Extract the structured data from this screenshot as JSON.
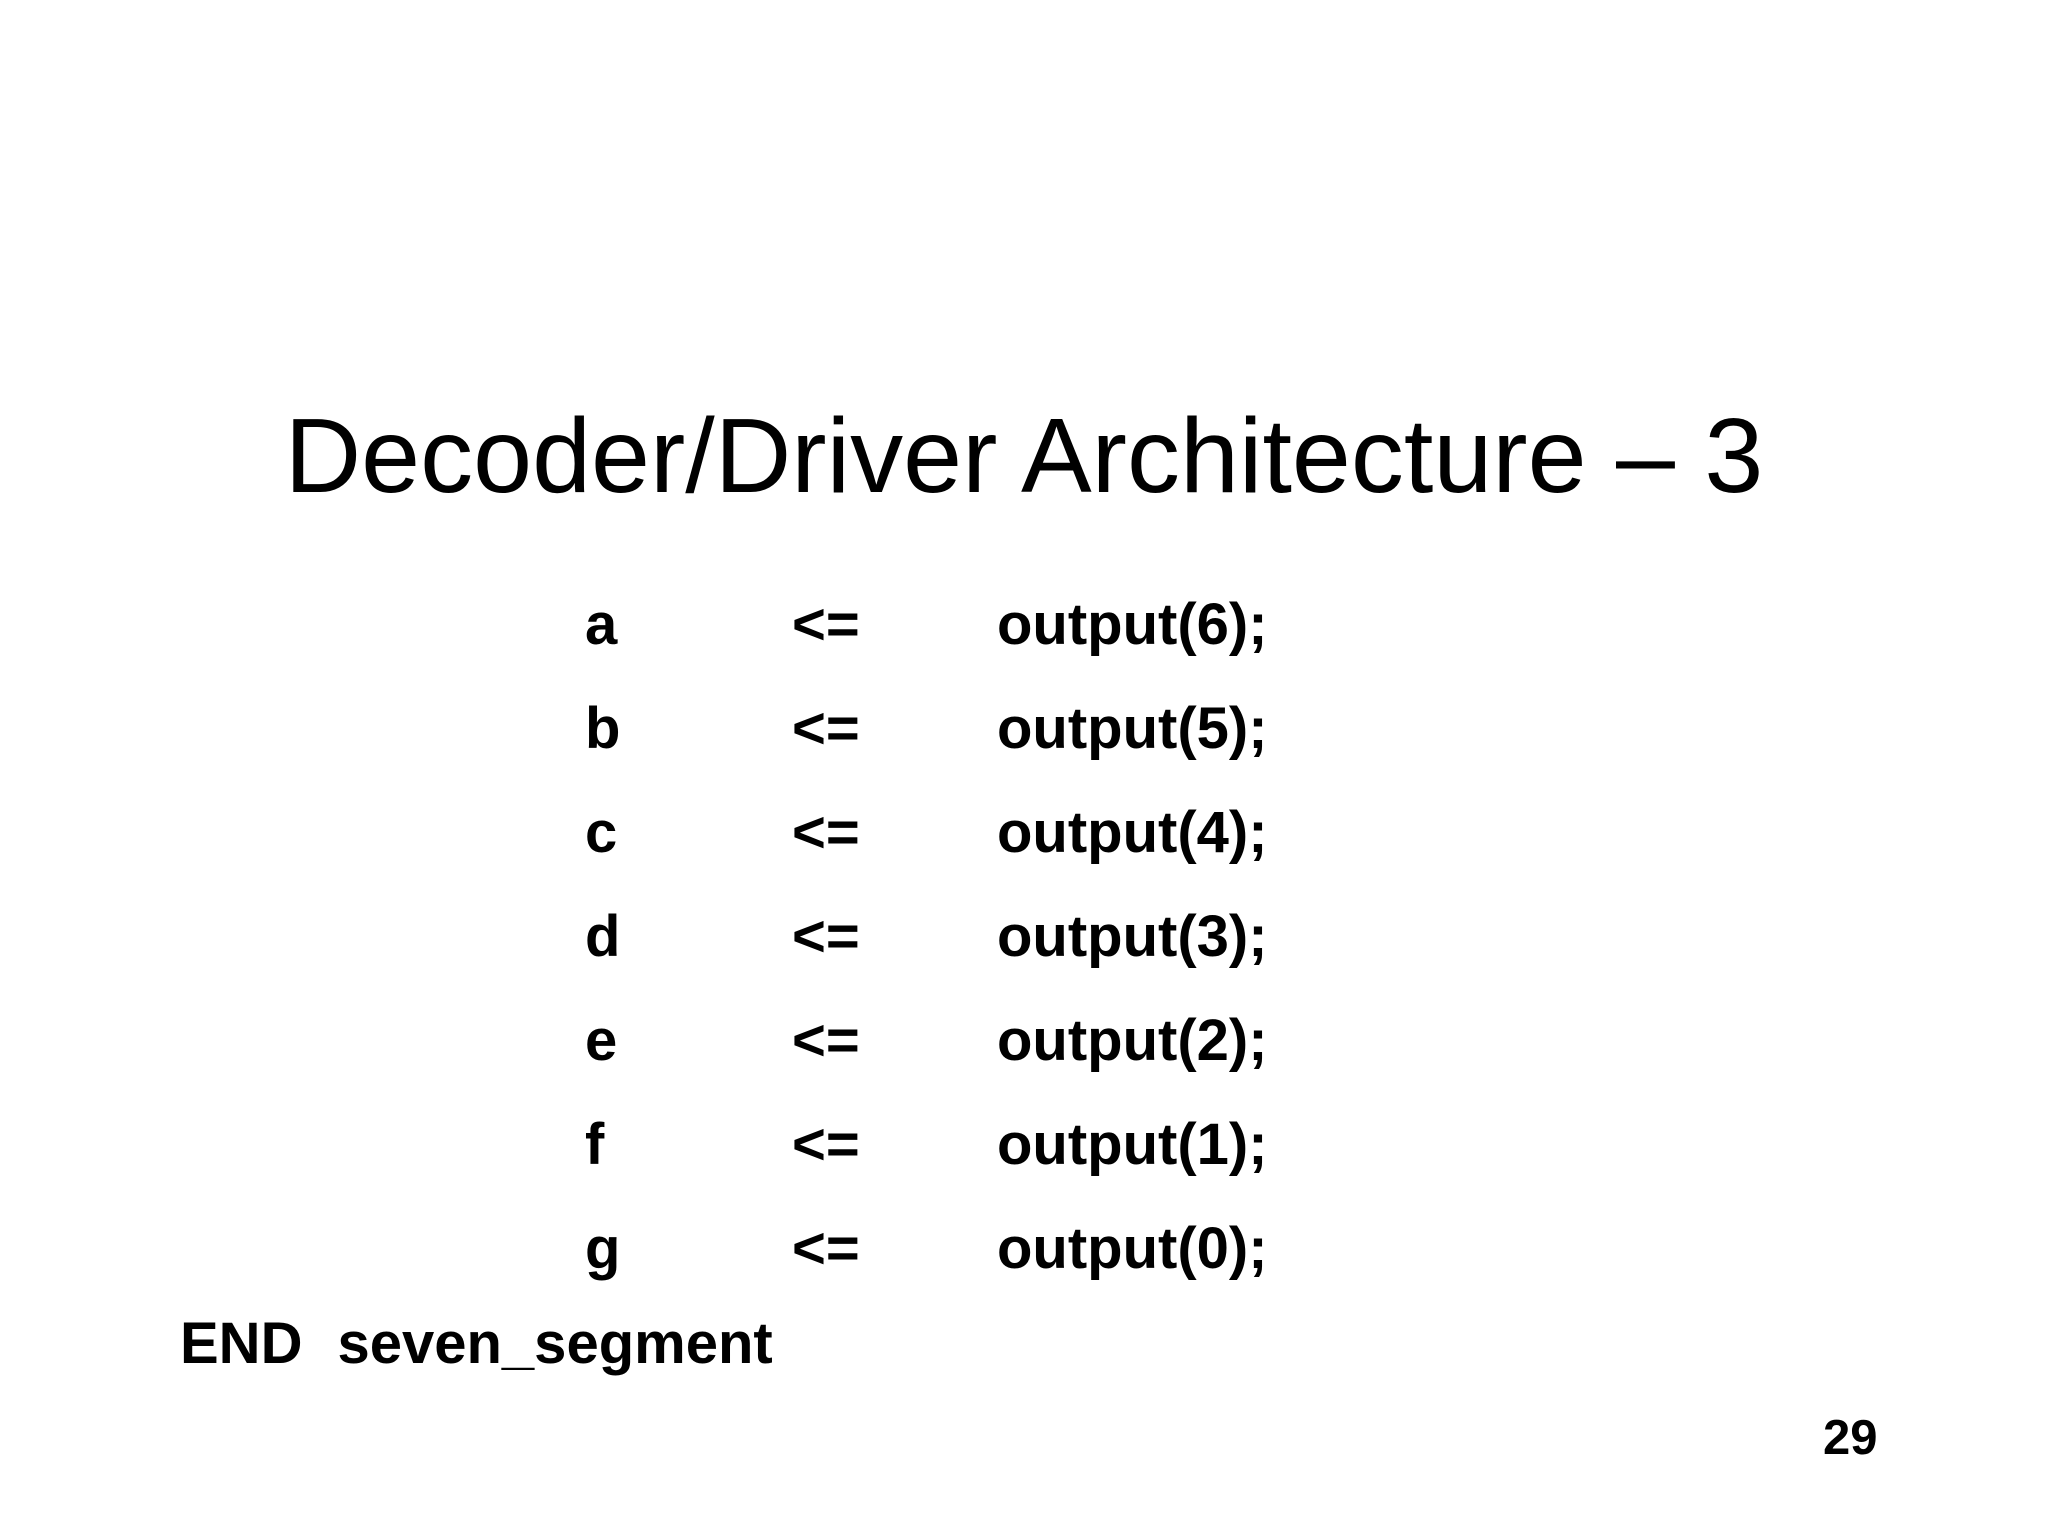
{
  "slide": {
    "title": "Decoder/Driver Architecture – 3",
    "code_lines": [
      {
        "signal": "a",
        "operator": "<=",
        "value": "output(6);"
      },
      {
        "signal": "b",
        "operator": "<=",
        "value": "output(5);"
      },
      {
        "signal": "c",
        "operator": "<=",
        "value": "output(4);"
      },
      {
        "signal": "d",
        "operator": "<=",
        "value": "output(3);"
      },
      {
        "signal": "e",
        "operator": "<=",
        "value": "output(2);"
      },
      {
        "signal": "f",
        "operator": "<=",
        "value": "output(1);"
      },
      {
        "signal": "g",
        "operator": "<=",
        "value": "output(0);"
      }
    ],
    "footer": {
      "end_keyword": "END",
      "entity_name": "seven_segment"
    },
    "page_number": "29",
    "colors": {
      "background": "#ffffff",
      "text": "#000000"
    }
  }
}
